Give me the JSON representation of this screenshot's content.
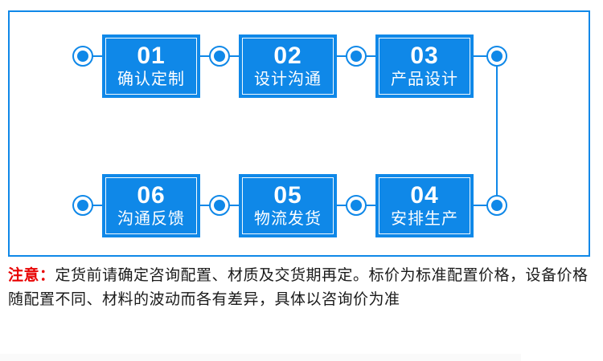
{
  "colors": {
    "accent": "#0f88e8",
    "note_prefix_red": "#e80000",
    "note_text": "#1a1a1a"
  },
  "flow": {
    "steps": [
      {
        "number": "01",
        "label": "确认定制"
      },
      {
        "number": "02",
        "label": "设计沟通"
      },
      {
        "number": "03",
        "label": "产品设计"
      },
      {
        "number": "04",
        "label": "安排生产"
      },
      {
        "number": "05",
        "label": "物流发货"
      },
      {
        "number": "06",
        "label": "沟通反馈"
      }
    ]
  },
  "note": {
    "prefix": "注意：",
    "body": "定货前请确定咨询配置、材质及交货期再定。标价为标准配置价格，设备价格随配置不同、材料的波动而各有差异，具体以咨询价为准"
  }
}
